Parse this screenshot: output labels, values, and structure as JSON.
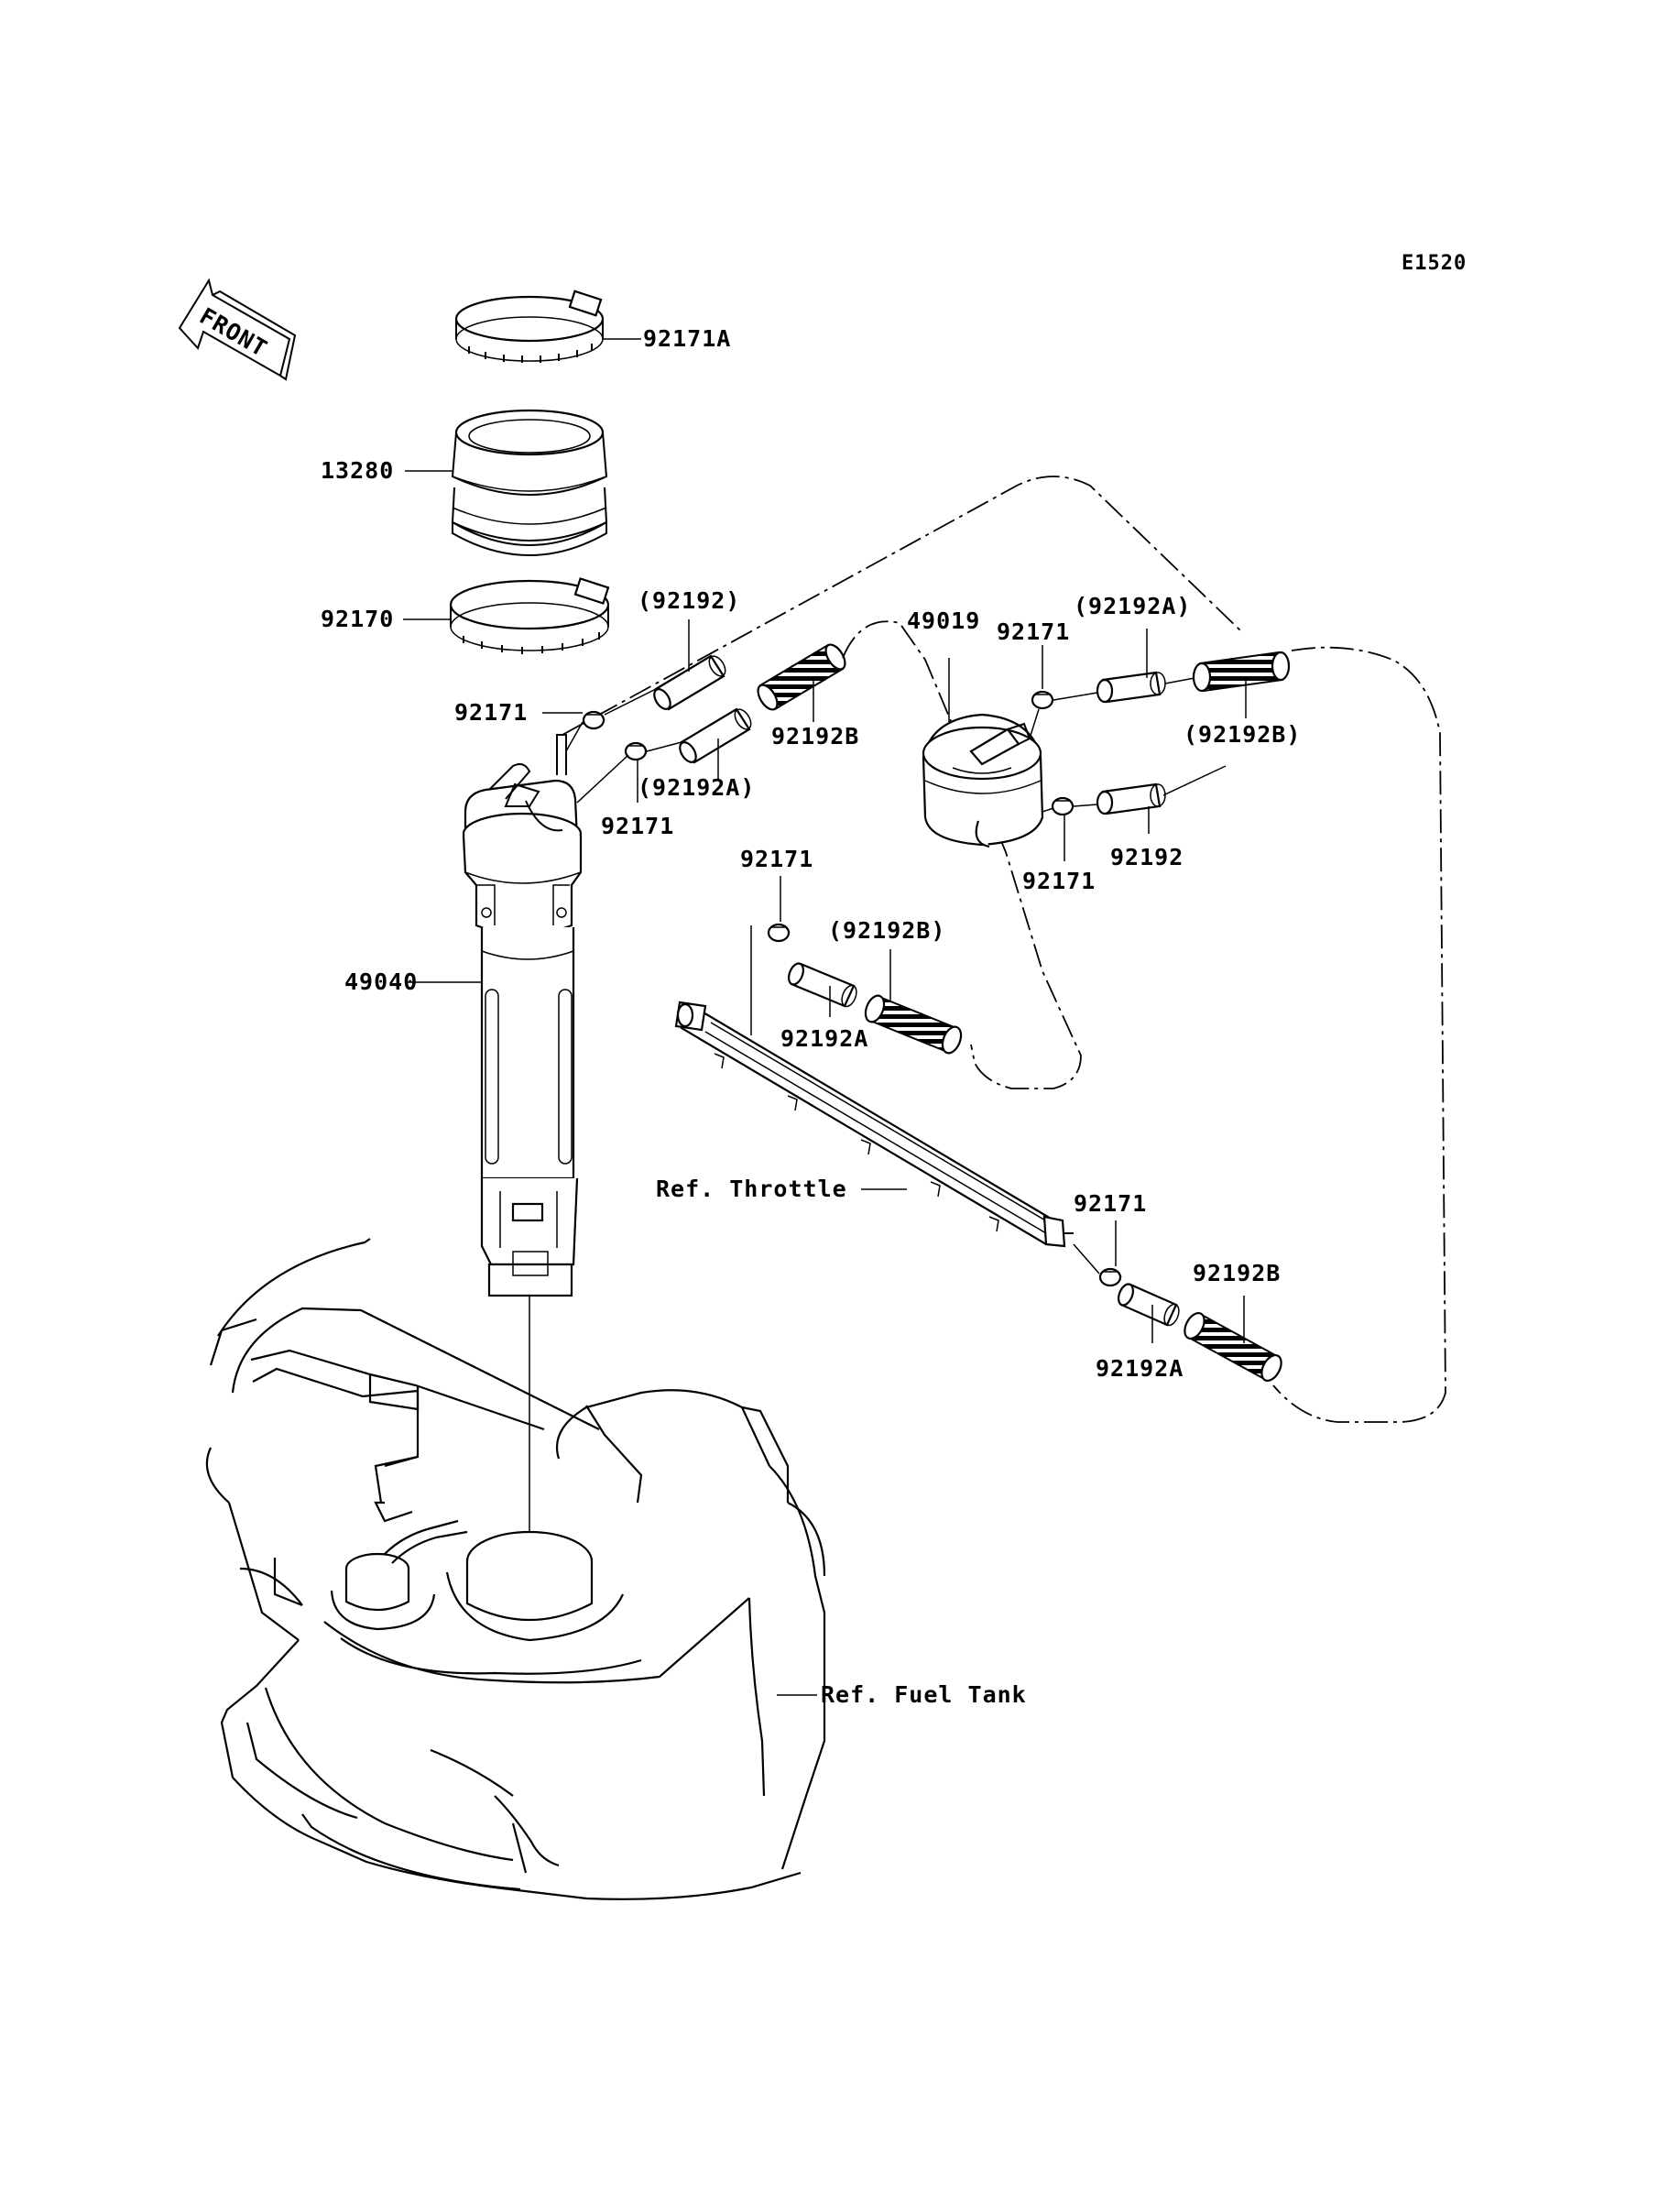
{
  "diagram": {
    "code": "E1520",
    "front_label": "FRONT",
    "labels": {
      "clamp_top": "92171A",
      "seal": "13280",
      "clamp_lower": "92170",
      "pump": "49040",
      "hose_92192_top": "(92192)",
      "clip_left_top": "92171",
      "hose_92192B_left": "92192B",
      "hose_92192A_left": "(92192A)",
      "clip_left_bottom": "92171",
      "filter": "49019",
      "clip_filter_top": "92171",
      "hose_92192A_right": "(92192A)",
      "hose_92192B_right": "(92192B)",
      "hose_92192_right": "92192",
      "clip_filter_bottom": "92171",
      "clip_mid": "92171",
      "hose_92192B_mid": "(92192B)",
      "hose_92192A_mid": "92192A",
      "ref_throttle": "Ref. Throttle",
      "clip_low": "92171",
      "hose_92192B_low": "92192B",
      "hose_92192A_low": "92192A",
      "ref_fuel_tank": "Ref. Fuel Tank"
    }
  }
}
